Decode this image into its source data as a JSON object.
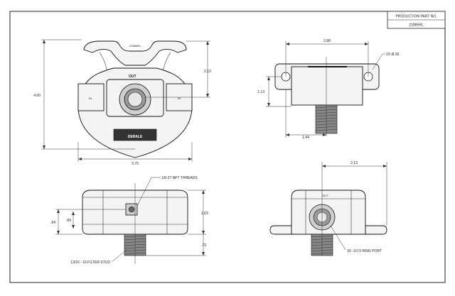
{
  "title_block": {
    "heading": "PRODUCTION PART NO.",
    "part_no": "21885RL"
  },
  "front_view": {
    "top_label": "22888RL",
    "out_label": "OUT",
    "logo_text": "DERALE",
    "side_left": "IN",
    "side_right": "IN",
    "dim_height": "4.00",
    "dim_width": "3.75",
    "dim_upper": "2.13"
  },
  "top_right_view": {
    "dim_width": "2.88",
    "dim_height": "1.13",
    "dim_offset": "1.44",
    "hole_note": "2X Ø.36"
  },
  "bottom_left_view": {
    "thread_note": "1/8-27 NPT THREADS",
    "stud_note": "13/16 - 16 FILTER STUD",
    "dim_overall": "1.63",
    "dim_a": ".94",
    "dim_b": ".89",
    "dim_stud": ".73"
  },
  "bottom_right_view": {
    "dim_width": "2.13",
    "port_note": "3X -10 O RING PORT",
    "face_label": "OUT"
  }
}
